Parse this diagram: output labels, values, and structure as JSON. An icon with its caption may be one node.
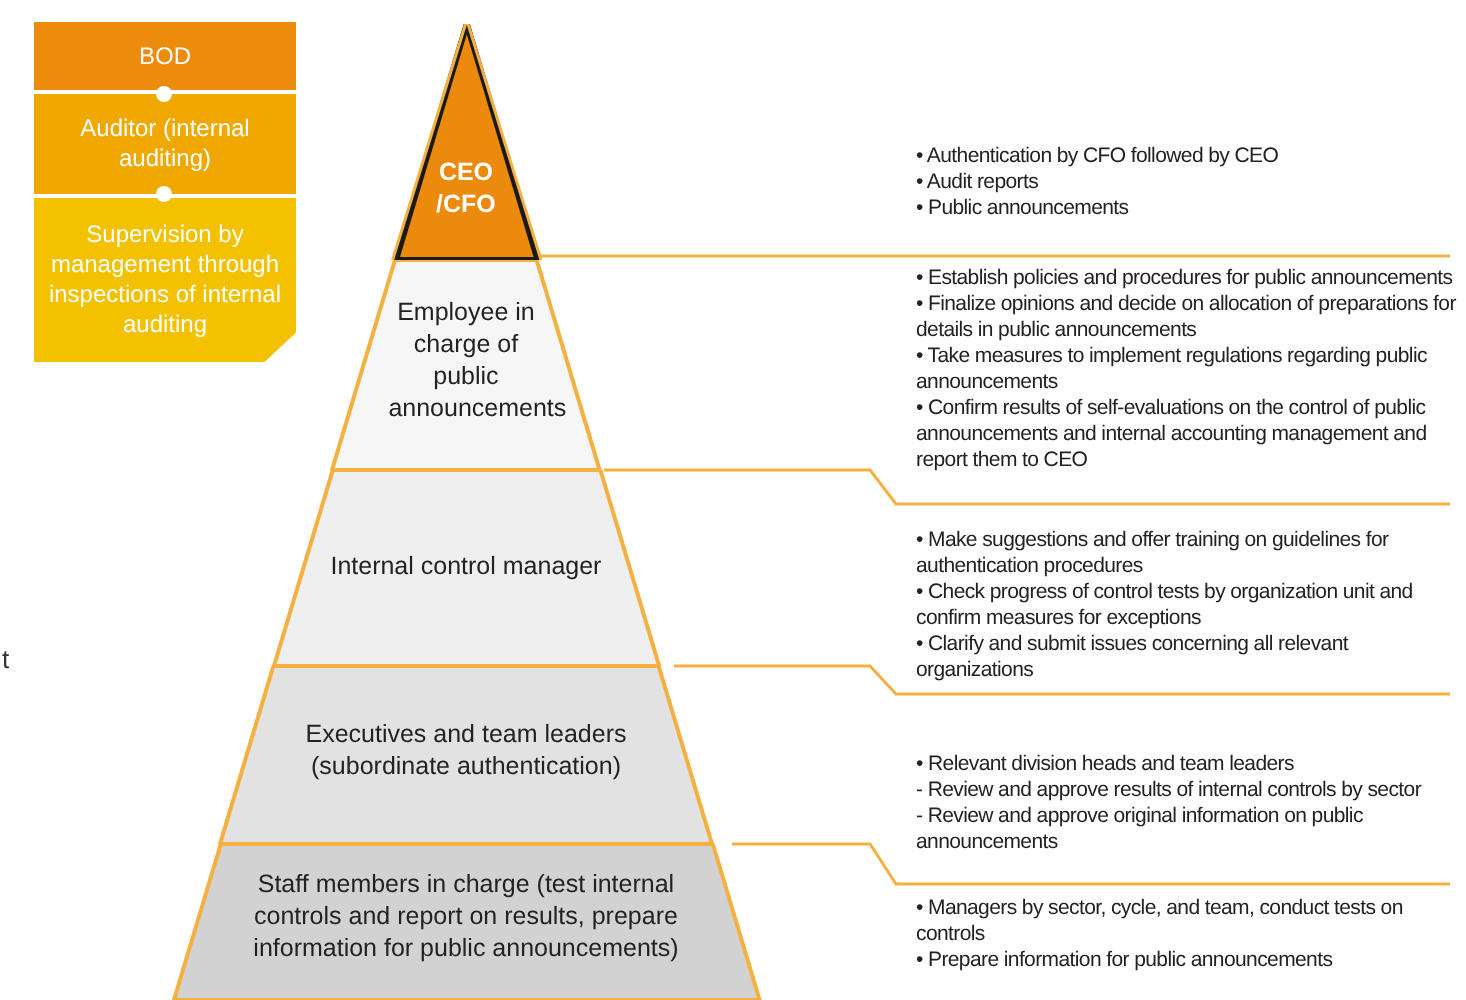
{
  "diagram": {
    "nodes": [
      {
        "text": [
          "BOD"
        ]
      },
      {
        "text": [
          "Auditor (internal auditing)"
        ]
      },
      {
        "text": [
          "Supervision by management through inspections of internal auditing"
        ]
      },
      {
        "text": [
          "CEO /CFO"
        ],
        "beside": [
          "• Authentication by CFO followed by CEO",
          "• Audit reports",
          "• Public announcements"
        ]
      },
      {
        "text": [
          "Employee in charge of public announcements"
        ],
        "beside": [
          "• Establish policies and procedures for public announcements",
          "• Finalize opinions and decide on allocation of preparations for details in public announcements",
          "• Take measures to implement regulations regarding public announcements",
          "• Confirm results of self-evaluations on the control of public announcements and internal accounting management and report them to CEO"
        ]
      },
      {
        "text": [
          "Internal control manager"
        ],
        "beside": [
          "• Make suggestions and offer training on guidelines for authentication procedures",
          "• Check progress of control tests by organization unit and confirm measures for exceptions",
          "• Clarify and submit issues concerning all relevant organizations"
        ]
      },
      {
        "text": [
          "Executives and team leaders (subordinate authentication)"
        ],
        "beside": [
          "• Relevant division heads and team leaders",
          "- Review and approve results of internal controls by sector",
          "- Review and approve original information on public announcements"
        ]
      },
      {
        "text": [
          "Staff members in charge (test internal controls and report on results, prepare information for public announcements)"
        ],
        "beside": [
          "• Managers by sector, cycle, and team, conduct tests on controls",
          "• Prepare information for public announcements"
        ]
      }
    ],
    "edges": [],
    "labels": [
      "t"
    ]
  }
}
